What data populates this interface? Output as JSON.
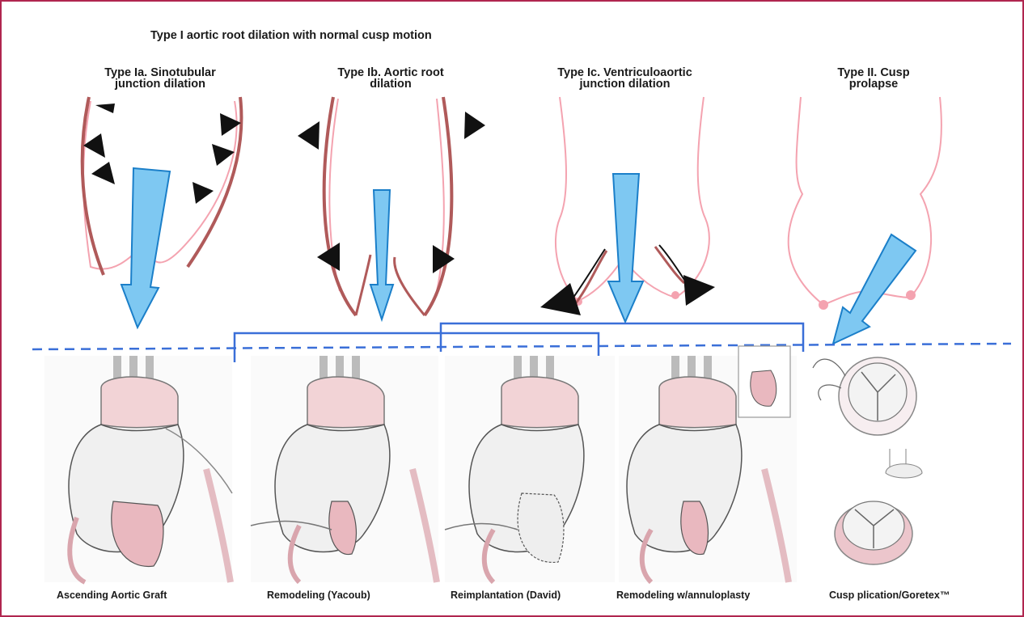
{
  "title": "Type I aortic root dilation with normal cusp motion",
  "types": [
    {
      "label": "Type Ia. Sinotubular junction dilation"
    },
    {
      "label": "Type Ib. Aortic root dilation"
    },
    {
      "label": "Type Ic. Ventriculoaortic junction dilation"
    },
    {
      "label": "Type II. Cusp prolapse"
    }
  ],
  "procedures": [
    {
      "label": "Ascending Aortic Graft"
    },
    {
      "label": "Remodeling (Yacoub)"
    },
    {
      "label": "Reimplantation (David)"
    },
    {
      "label": "Remodeling w/annuloplasty"
    },
    {
      "label": "Cusp plication/Goretex™"
    }
  ],
  "colors": {
    "frame": "#b0264f",
    "aorta_dilated": "#b05a5a",
    "aorta_normal": "#f4a3b0",
    "arrow_fill": "#7ec8f2",
    "arrow_stroke": "#1b7fc9",
    "dashed_line": "#3a6fd8",
    "bracket": "#3a6fd8",
    "graft": "#f2d3d6"
  }
}
